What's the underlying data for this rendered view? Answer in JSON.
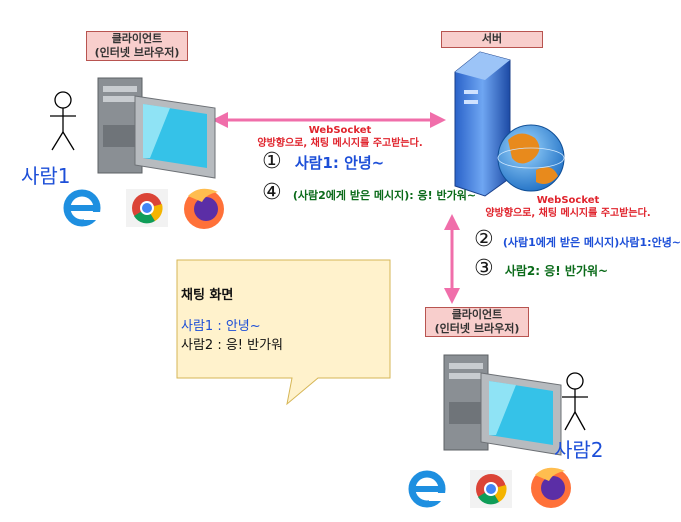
{
  "client1": {
    "label_line1": "클라이언트",
    "label_line2": "(인터넷 브라우저)",
    "user": "사람1"
  },
  "server": {
    "label": "서버"
  },
  "client2": {
    "label_line1": "클라이언트",
    "label_line2": "(인터넷 브라우저)",
    "user": "사람2"
  },
  "ws_top": {
    "title": "WebSocket",
    "desc": "양방향으로, 채팅 메시지를 주고받는다."
  },
  "ws_right": {
    "title": "WebSocket",
    "desc": "양방향으로, 채팅 메시지를 주고받는다."
  },
  "steps": [
    {
      "num": "①",
      "text": "사람1: 안녕~"
    },
    {
      "num": "④",
      "text": "(사람2에게 받은 메시지): 응! 반가워~"
    },
    {
      "num": "②",
      "text": "(사람1에게 받은 메시지)사람1:안녕~"
    },
    {
      "num": "③",
      "text": "사람2: 응! 반가워~"
    }
  ],
  "chat_note": {
    "title": "채팅 화면",
    "line1": "사람1 : 안녕~",
    "line2": "사람2 : 응! 반가워"
  },
  "browsers": [
    "internet-explorer-icon",
    "chrome-icon",
    "firefox-icon"
  ],
  "colors": {
    "arrow": "#f06eaa",
    "label_fill": "#f8cecc",
    "note_fill": "#fff2cc"
  }
}
